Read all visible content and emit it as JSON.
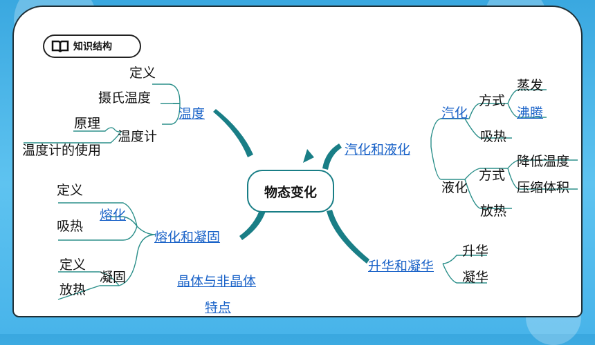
{
  "header": {
    "badge_label": "知识结构",
    "badge_icon": "book-icon"
  },
  "center": "物态变化",
  "temperature": {
    "label": "温度",
    "definition": "定义",
    "celsius": "摄氏温度",
    "thermometer": "温度计",
    "principle": "原理",
    "usage": "温度计的使用"
  },
  "vaporization": {
    "label": "汽化和液化",
    "vaporize": "汽化",
    "vaporize_method": "方式",
    "evaporation": "蒸发",
    "boiling": "沸腾",
    "vaporize_heat": "吸热",
    "liquefy": "液化",
    "liquefy_method": "方式",
    "lower_temp": "降低温度",
    "compress": "压缩体积",
    "liquefy_heat": "放热"
  },
  "melting": {
    "label": "熔化和凝固",
    "melt": "熔化",
    "melt_definition": "定义",
    "melt_heat": "吸热",
    "solidify": "凝固",
    "solidify_definition": "定义",
    "solidify_heat": "放热"
  },
  "sublimation": {
    "label": "升华和凝华",
    "sublimate": "升华",
    "desublimate": "凝华"
  },
  "crystal": {
    "line1": "晶体与非晶体",
    "line2": "特点"
  },
  "colors": {
    "accent": "#197e86",
    "link": "#1b63c8",
    "line": "#2b8f8a"
  }
}
